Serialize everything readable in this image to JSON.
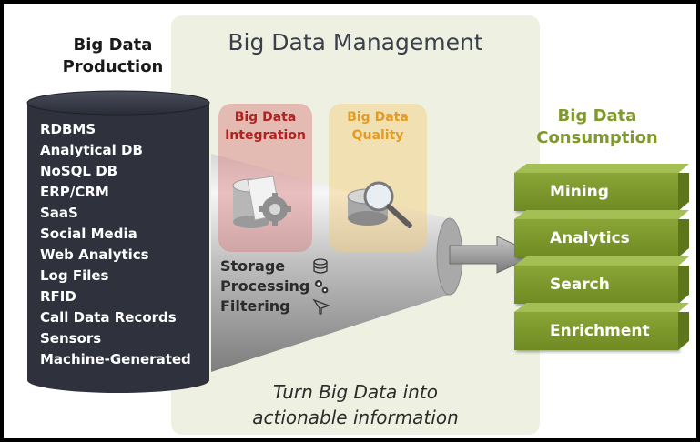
{
  "management": {
    "title": "Big Data Management",
    "integration_label": "Big Data Integration",
    "quality_label": "Big Data Quality",
    "operations": [
      "Storage",
      "Processing",
      "Filtering"
    ],
    "tagline_line1": "Turn Big Data into",
    "tagline_line2": "actionable information"
  },
  "production": {
    "title_line1": "Big Data",
    "title_line2": "Production",
    "sources": [
      "RDBMS",
      "Analytical DB",
      "NoSQL DB",
      "ERP/CRM",
      "SaaS",
      "Social Media",
      "Web Analytics",
      "Log Files",
      "RFID",
      "Call Data Records",
      "Sensors",
      "Machine-Generated"
    ]
  },
  "consumption": {
    "title_line1": "Big Data",
    "title_line2": "Consumption",
    "layers": [
      "Mining",
      "Analytics",
      "Search",
      "Enrichment"
    ]
  },
  "colors": {
    "cylinder": "#2f323d",
    "consumption_green": "#7f9a2b",
    "integration_red": "#b0221f",
    "quality_orange": "#e59a22",
    "panel": "#eef1e2"
  },
  "icons": [
    "database-gear-icon",
    "database-magnifier-icon",
    "database-icon",
    "gears-icon",
    "funnel-icon",
    "arrow-right-icon"
  ]
}
